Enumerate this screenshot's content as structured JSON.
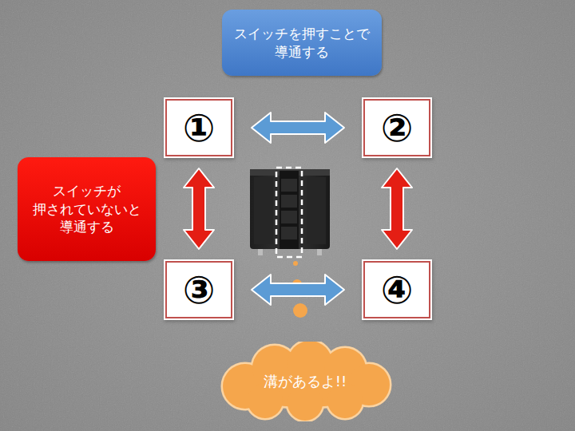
{
  "diagram": {
    "nodes": [
      {
        "text": [
          "スイッチを押すことで 導通する"
        ]
      },
      {
        "text": [
          "①"
        ]
      },
      {
        "text": [
          "②"
        ]
      },
      {
        "text": [
          "スイッチが 押されていないと 導通する"
        ]
      },
      {
        "text": [
          "③"
        ]
      },
      {
        "text": [
          "④"
        ]
      },
      {
        "text": [
          "溝があるよ!!"
        ]
      }
    ],
    "edges": [
      {
        "from": 1,
        "to": 2,
        "arrow": "both"
      },
      {
        "from": 1,
        "to": 4,
        "arrow": "both"
      },
      {
        "from": 2,
        "to": 5,
        "arrow": "both"
      },
      {
        "from": 4,
        "to": 5,
        "arrow": "both"
      }
    ]
  }
}
